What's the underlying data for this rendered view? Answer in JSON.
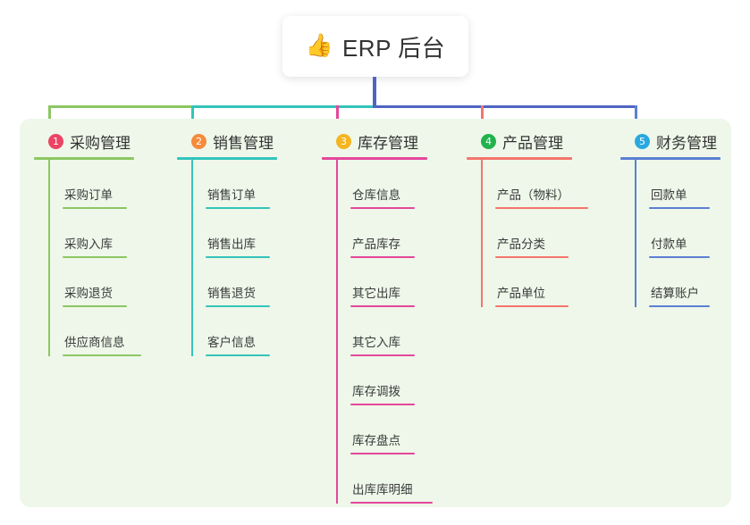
{
  "root": {
    "icon": "thumbs-up-icon",
    "icon_glyph": "👍",
    "label": "ERP 后台"
  },
  "palette": {
    "page_bg": "#ffffff",
    "panel_bg": "#eef7e9",
    "root_stem": "#5064c4",
    "text": "#333333"
  },
  "columns": [
    {
      "number": "1",
      "badge_color": "#ec4464",
      "line_color": "#8cc763",
      "title": "采购管理",
      "rule_width": 112,
      "items": [
        {
          "label": "采购订单",
          "rule_width": 72
        },
        {
          "label": "采购入库",
          "rule_width": 72
        },
        {
          "label": "采购退货",
          "rule_width": 72
        },
        {
          "label": "供应商信息",
          "rule_width": 88
        }
      ]
    },
    {
      "number": "2",
      "badge_color": "#f58b3c",
      "line_color": "#33c4bb",
      "title": "销售管理",
      "rule_width": 112,
      "items": [
        {
          "label": "销售订单",
          "rule_width": 72
        },
        {
          "label": "销售出库",
          "rule_width": 72
        },
        {
          "label": "销售退货",
          "rule_width": 72
        },
        {
          "label": "客户信息",
          "rule_width": 72
        }
      ]
    },
    {
      "number": "3",
      "badge_color": "#f5b521",
      "line_color": "#e4479b",
      "title": "库存管理",
      "rule_width": 118,
      "items": [
        {
          "label": "仓库信息",
          "rule_width": 72
        },
        {
          "label": "产品库存",
          "rule_width": 72
        },
        {
          "label": "其它出库",
          "rule_width": 72
        },
        {
          "label": "其它入库",
          "rule_width": 72
        },
        {
          "label": "库存调拨",
          "rule_width": 72
        },
        {
          "label": "库存盘点",
          "rule_width": 72
        },
        {
          "label": "出库库明细",
          "rule_width": 92
        }
      ]
    },
    {
      "number": "4",
      "badge_color": "#22b24c",
      "line_color": "#f4756b",
      "title": "产品管理",
      "rule_width": 118,
      "items": [
        {
          "label": "产品（物料）",
          "rule_width": 104
        },
        {
          "label": "产品分类",
          "rule_width": 82
        },
        {
          "label": "产品单位",
          "rule_width": 82
        }
      ]
    },
    {
      "number": "5",
      "badge_color": "#29a8e0",
      "line_color": "#5b7fd4",
      "title": "财务管理",
      "rule_width": 112,
      "items": [
        {
          "label": "回款单",
          "rule_width": 68
        },
        {
          "label": "付款单",
          "rule_width": 68
        },
        {
          "label": "结算账户",
          "rule_width": 68
        }
      ]
    }
  ]
}
